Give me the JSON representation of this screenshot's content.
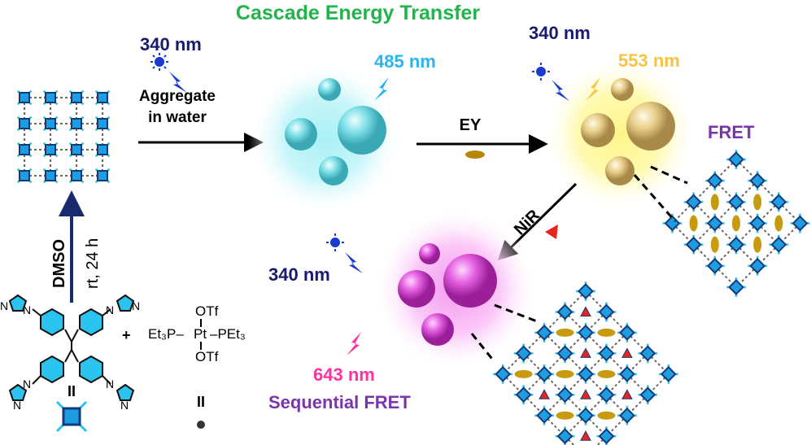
{
  "title": "Cascade Energy Transfer",
  "excitation": "340 nm",
  "emission_blue": "485 nm",
  "emission_yellow": "553 nm",
  "emission_pink": "643 nm",
  "step_aggregate": [
    "Aggregate",
    "in water"
  ],
  "step_ey": "EY",
  "step_nir": "NiR",
  "label_fret": "FRET",
  "label_sequential_fret": "Sequential FRET",
  "conditions": {
    "solvent": "DMSO",
    "time": "rt, 24 h"
  },
  "reagents": {
    "plus": "+",
    "equals": "II",
    "pt_top": "OTf",
    "pt_bottom": "OTf",
    "pt_left": "Et₃P–",
    "pt_center": "Pt",
    "pt_right": "–PEt₃",
    "n": "N"
  },
  "colors": {
    "title": "#1fb54a",
    "navy": "#1a1a6e",
    "blue": "#2bb5ef",
    "yellow": "#f4c542",
    "pink": "#ff33a0",
    "purple": "#7a35a8",
    "red": "#e8241c"
  }
}
